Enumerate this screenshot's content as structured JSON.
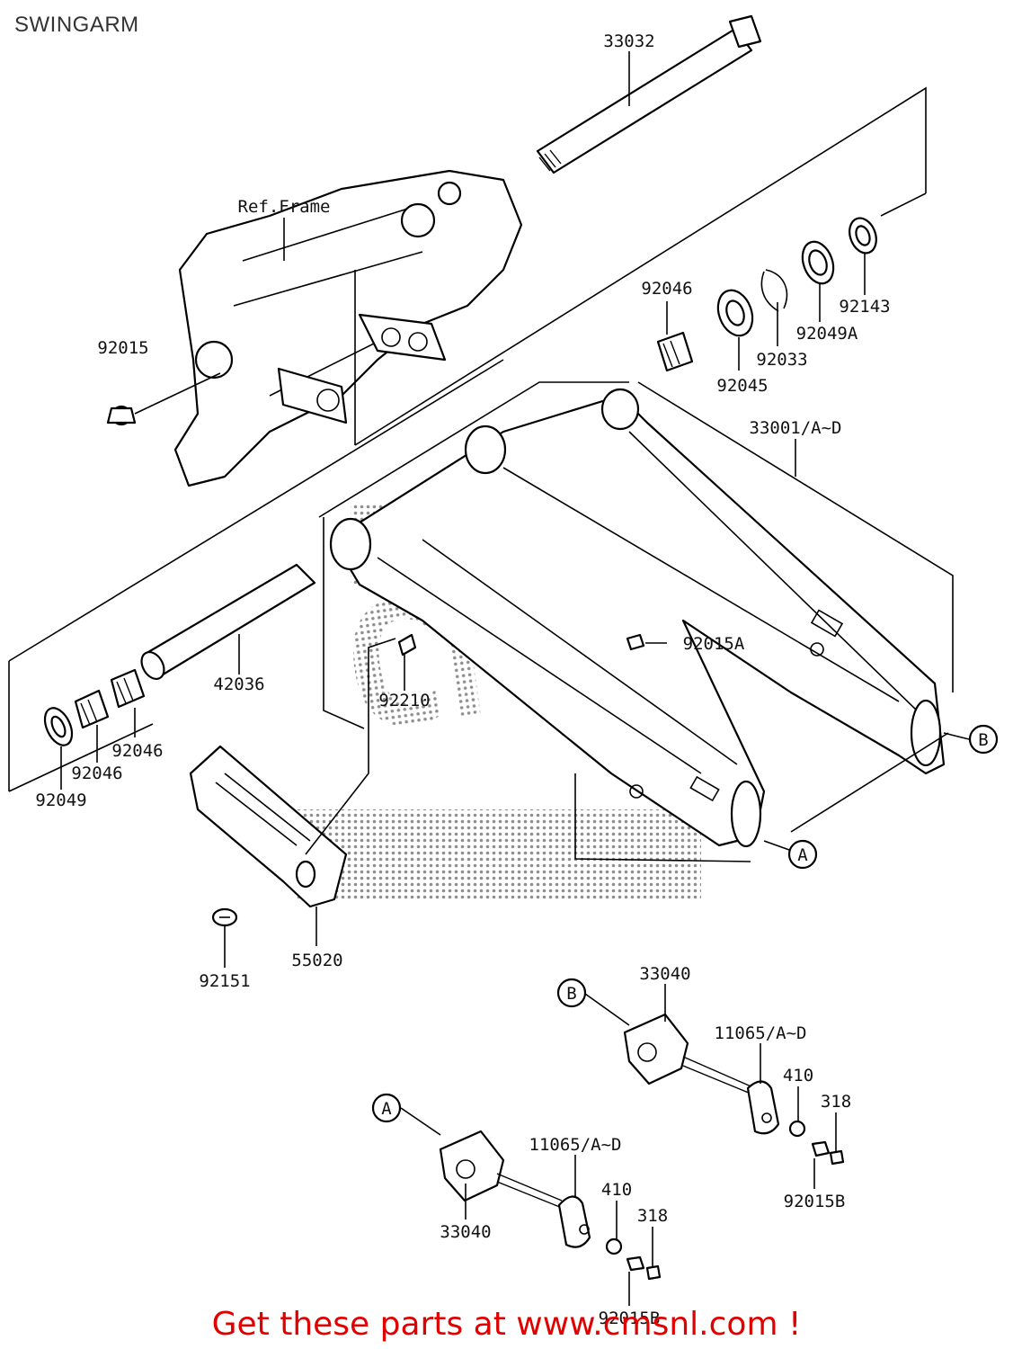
{
  "header": {
    "title": "SWINGARM"
  },
  "footer": {
    "cta": "Get these parts at www.cmsnl.com !"
  },
  "diagram": {
    "labels": {
      "p33032": "33032",
      "ref_frame": "Ref.Frame",
      "p92015": "92015",
      "p92046_top": "92046",
      "p92045": "92045",
      "p92033": "92033",
      "p92049a": "92049A",
      "p92143": "92143",
      "p33001": "33001/A~D",
      "p92015a": "92015A",
      "p42036": "42036",
      "p92210": "92210",
      "p92046_a": "92046",
      "p92046_b": "92046",
      "p92049": "92049",
      "p55020": "55020",
      "p92151": "92151",
      "p33040_upper": "33040",
      "p11065_upper": "11065/A~D",
      "p410_upper": "410",
      "p318_upper": "318",
      "p92015b_upper": "92015B",
      "p11065_lower": "11065/A~D",
      "p410_lower": "410",
      "p318_lower": "318",
      "p33040_lower": "33040",
      "p92015b_lower": "92015B"
    },
    "markers": {
      "b_right": "B",
      "a_right": "A",
      "b_left": "B",
      "a_left": "A"
    },
    "watermark": "CMS"
  }
}
